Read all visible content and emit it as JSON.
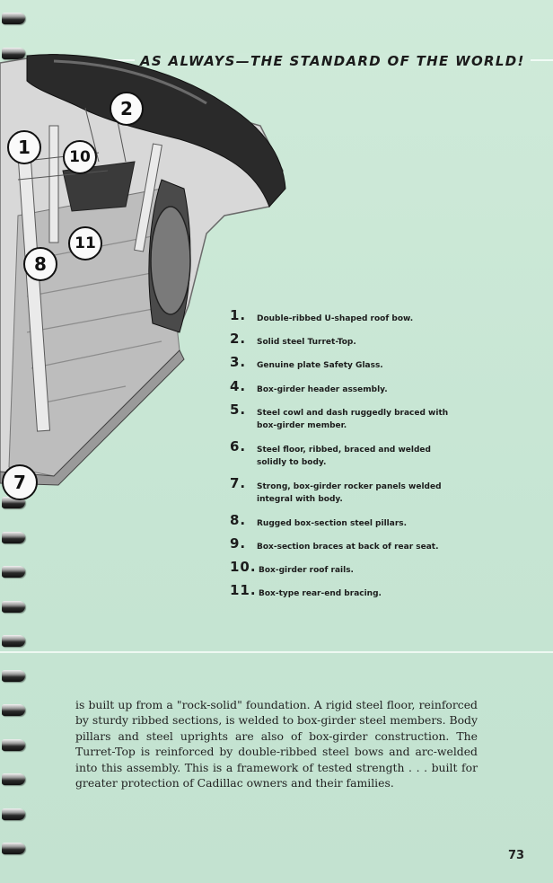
{
  "headline": "AS ALWAYS—THE STANDARD OF THE WORLD!",
  "callouts": [
    "1",
    "2",
    "7",
    "8",
    "10",
    "11"
  ],
  "legend": [
    {
      "num": "1.",
      "text": "Double-ribbed U-shaped roof bow."
    },
    {
      "num": "2.",
      "text": "Solid steel Turret-Top."
    },
    {
      "num": "3.",
      "text": "Genuine plate Safety Glass."
    },
    {
      "num": "4.",
      "text": "Box-girder header assembly."
    },
    {
      "num": "5.",
      "text": "Steel cowl and dash ruggedly braced with box-girder member."
    },
    {
      "num": "6.",
      "text": "Steel floor, ribbed, braced and welded solidly to body."
    },
    {
      "num": "7.",
      "text": "Strong, box-girder rocker panels welded integral with body."
    },
    {
      "num": "8.",
      "text": "Rugged box-section steel pillars."
    },
    {
      "num": "9.",
      "text": "Box-section braces at back of rear seat."
    },
    {
      "num": "10.",
      "text": "Box-girder roof rails."
    },
    {
      "num": "11.",
      "text": "Box-type rear-end bracing."
    }
  ],
  "body_text": "is built up from a \"rock-solid\" foundation. A rigid steel floor, reinforced by sturdy ribbed sections, is welded to box-girder steel members. Body pillars and steel uprights are also of box-girder construction. The Turret-Top is reinforced by double-ribbed steel bows and arc-welded into this assembly. This is a framework of tested strength . . . built for greater protection of Cadillac owners and their families.",
  "page_number": "73"
}
